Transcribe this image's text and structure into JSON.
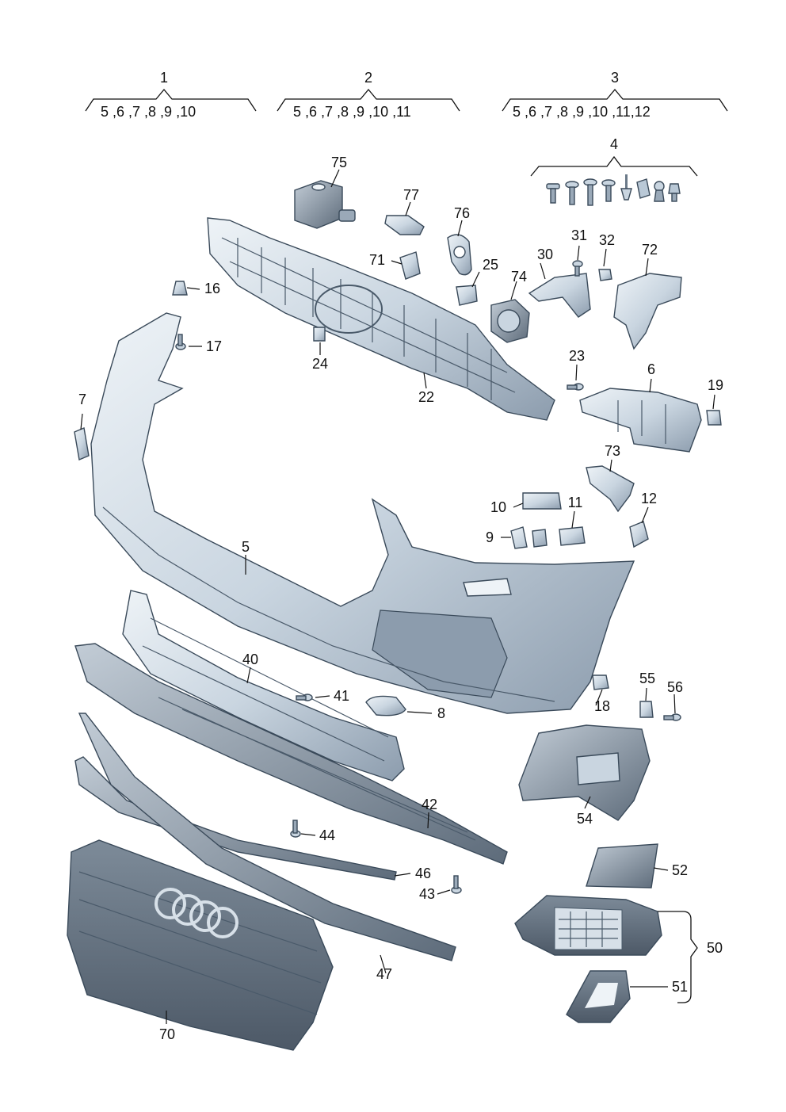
{
  "title": "",
  "group_headers": [
    {
      "number": "1",
      "parts": "5 ,6 ,7 ,8 ,9 ,10"
    },
    {
      "number": "2",
      "parts": "5 ,6 ,7 ,8 ,9 ,10 ,11"
    },
    {
      "number": "3",
      "parts": "5 ,6 ,7 ,8 ,9 ,10 ,11,12"
    },
    {
      "number": "4",
      "parts": ""
    }
  ],
  "parts": {
    "p5": "5",
    "p6": "6",
    "p7": "7",
    "p8": "8",
    "p9": "9",
    "p10": "10",
    "p11": "11",
    "p12": "12",
    "p16": "16",
    "p17": "17",
    "p18": "18",
    "p19": "19",
    "p22": "22",
    "p23": "23",
    "p24": "24",
    "p25": "25",
    "p30": "30",
    "p31": "31",
    "p32": "32",
    "p40": "40",
    "p41": "41",
    "p42": "42",
    "p43": "43",
    "p44": "44",
    "p46": "46",
    "p47": "47",
    "p50": "50",
    "p51": "51",
    "p52": "52",
    "p54": "54",
    "p55": "55",
    "p56": "56",
    "p70": "70",
    "p71": "71",
    "p72": "72",
    "p73": "73",
    "p74": "74",
    "p75": "75",
    "p76": "76",
    "p77": "77"
  },
  "colors": {
    "part_fill_light": "#dde6ee",
    "part_fill_mid": "#b9c8d6",
    "part_fill_dark": "#8a9aab",
    "outline": "#3a4a5a",
    "label": "#111111"
  }
}
